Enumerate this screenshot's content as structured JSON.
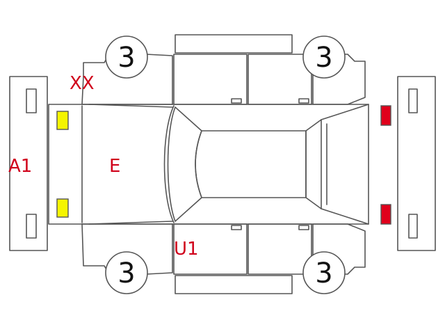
{
  "colors": {
    "line": "#555555",
    "code_text": "#d0021b",
    "front_lamp_fill": "#f5f500",
    "rear_lamp_fill": "#e0001b"
  },
  "tires": {
    "front_left": "3",
    "rear_left": "3",
    "front_right": "3",
    "rear_right": "3"
  },
  "codes": {
    "xx": "XX",
    "a1": "A1",
    "e": "E",
    "u1": "U1"
  }
}
